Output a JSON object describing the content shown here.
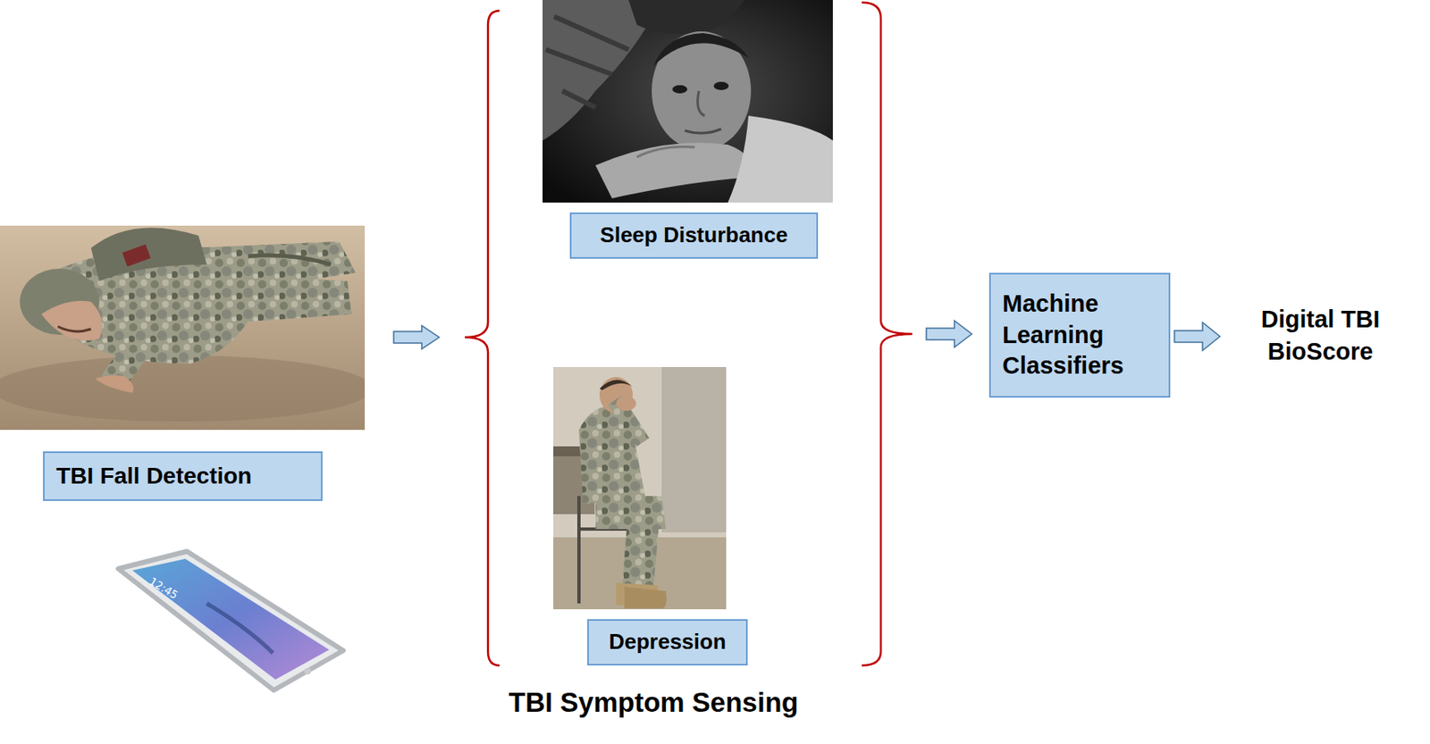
{
  "diagram": {
    "nodes": [
      {
        "text": [
          "TBI Fall Detection"
        ]
      },
      {
        "text": [
          "Sleep Disturbance"
        ]
      },
      {
        "text": [
          "Depression"
        ]
      },
      {
        "text": [
          "Machine Learning Classifiers"
        ]
      }
    ],
    "labels": [
      "12:45",
      "TBI Symptom Sensing",
      "Digital TBI BioScore"
    ]
  }
}
